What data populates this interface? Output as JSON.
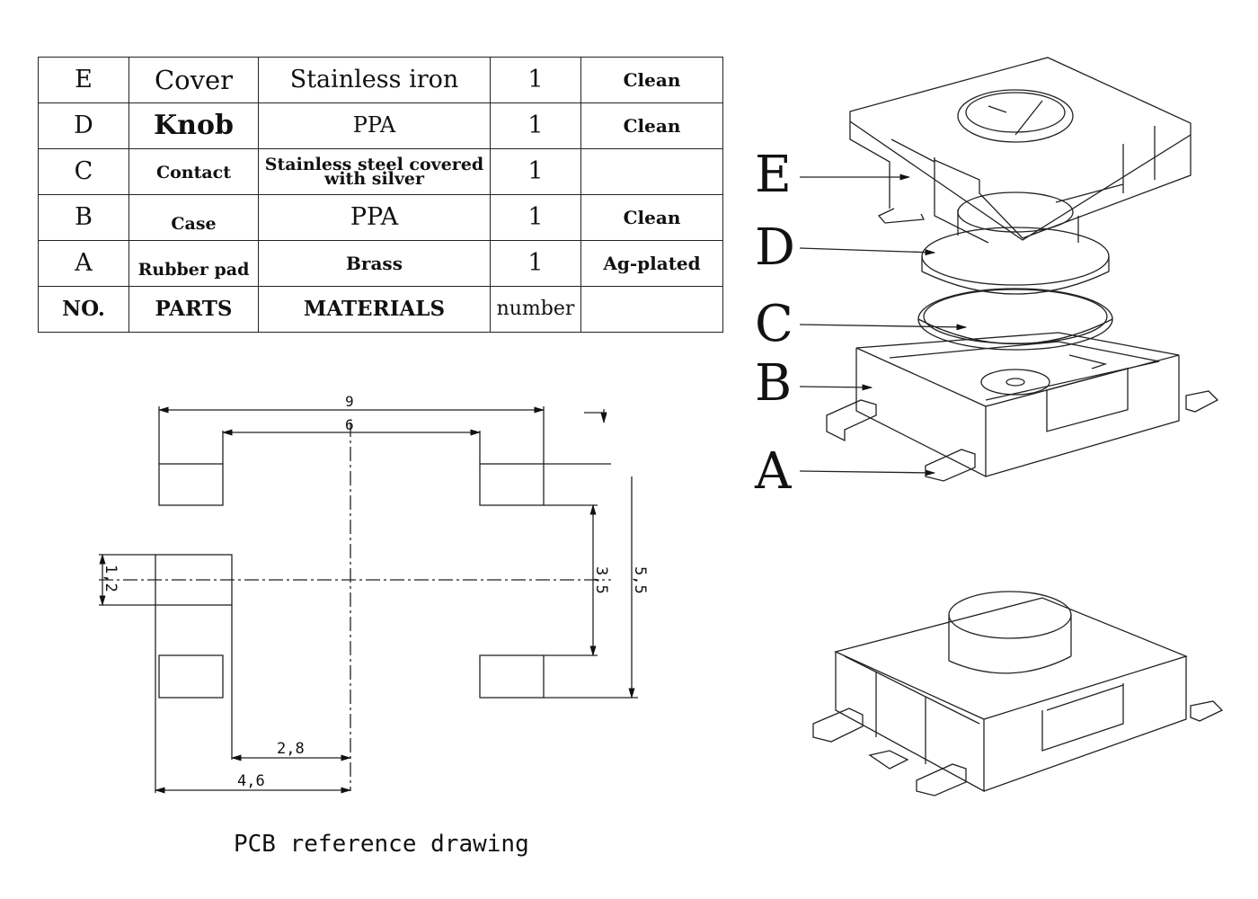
{
  "bom_table": {
    "rows": [
      {
        "no": "E",
        "part": "Cover",
        "material": "Stainless iron",
        "number": "1",
        "remark": "Clean"
      },
      {
        "no": "D",
        "part": "Knob",
        "material": "PPA",
        "number": "1",
        "remark": "Clean"
      },
      {
        "no": "C",
        "part": "Contact",
        "material_line1": "Stainless steel covered",
        "material_line2": "with silver",
        "number": "1",
        "remark": ""
      },
      {
        "no": "B",
        "part": "Case",
        "material": "PPA",
        "number": "1",
        "remark": "Clean"
      },
      {
        "no": "A",
        "part": "Rubber pad",
        "material": "Brass",
        "number": "1",
        "remark": "Ag-plated"
      }
    ],
    "header": {
      "no": "NO.",
      "part": "PARTS",
      "material": "MATERIALS",
      "number": "number",
      "remark": ""
    }
  },
  "pcb_drawing": {
    "caption": "PCB reference drawing",
    "dimensions": {
      "overall_width": "9",
      "inner_width": "6",
      "pad_pitch_vertical": "3,5",
      "overall_height": "5,5",
      "center_pad_height": "1,2",
      "half_inner": "2,8",
      "half_outer": "4,6"
    }
  },
  "exploded_view": {
    "labels": [
      "E",
      "D",
      "C",
      "B",
      "A"
    ]
  }
}
